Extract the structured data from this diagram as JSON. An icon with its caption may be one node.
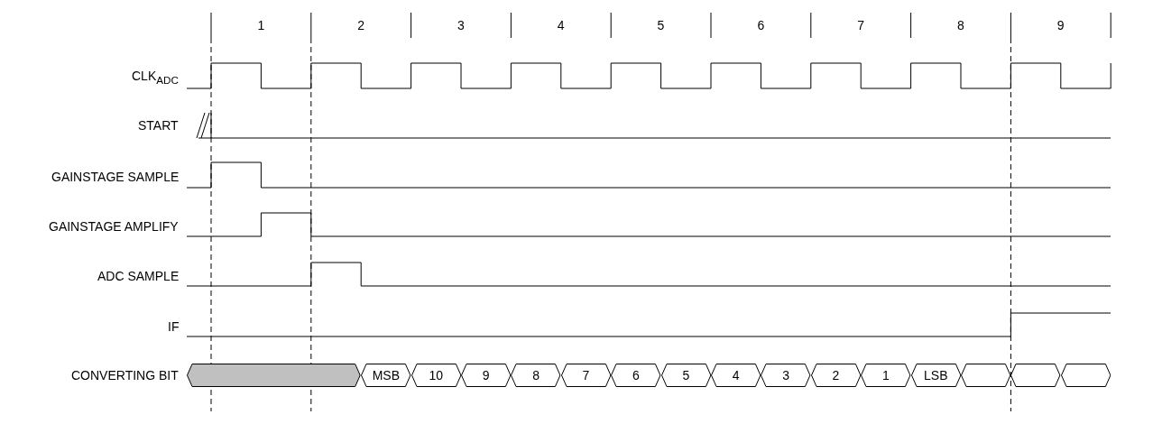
{
  "diagram": {
    "nodes": [
      {
        "text": [],
        "shape": "hexagon"
      },
      {
        "text": [
          "MSB"
        ]
      },
      {
        "text": [
          "10"
        ]
      },
      {
        "text": [
          "9"
        ]
      },
      {
        "text": [
          "8"
        ]
      },
      {
        "text": [
          "7"
        ]
      },
      {
        "text": [
          "6"
        ]
      },
      {
        "text": [
          "5"
        ]
      },
      {
        "text": [
          "4"
        ]
      },
      {
        "text": [
          "3"
        ]
      },
      {
        "text": [
          "2"
        ]
      },
      {
        "text": [
          "1"
        ]
      },
      {
        "text": [
          "LSB"
        ]
      },
      {
        "text": [],
        "shape": "hexagon"
      },
      {
        "text": [],
        "shape": "hexagon"
      },
      {
        "text": [],
        "shape": "hexagon"
      }
    ],
    "labels": [
      "1",
      "2",
      "3",
      "4",
      "5",
      "6",
      "7",
      "8",
      "9",
      "CLK$_{ADC}$",
      "START",
      "GAINSTAGE SAMPLE",
      "GAINSTAGE AMPLIFY",
      "ADC SAMPLE",
      "IF",
      "CONVERTING BIT"
    ]
  }
}
